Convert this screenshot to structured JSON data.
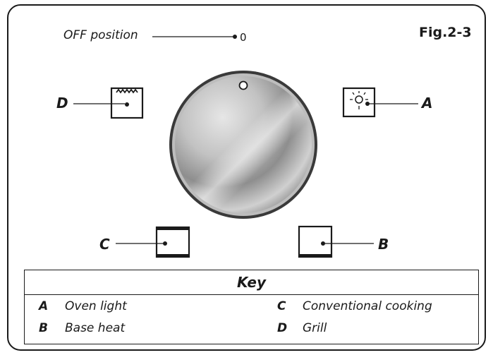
{
  "figure": {
    "off_label": "OFF position",
    "off_value": "0",
    "fig_id": "Fig.2-3",
    "callouts": {
      "a": "A",
      "b": "B",
      "c": "C",
      "d": "D"
    }
  },
  "key": {
    "title": "Key",
    "rows": [
      [
        {
          "letter": "A",
          "text": "Oven light"
        },
        {
          "letter": "C",
          "text": "Conventional cooking"
        }
      ],
      [
        {
          "letter": "B",
          "text": "Base heat"
        },
        {
          "letter": "D",
          "text": "Grill"
        }
      ]
    ]
  }
}
